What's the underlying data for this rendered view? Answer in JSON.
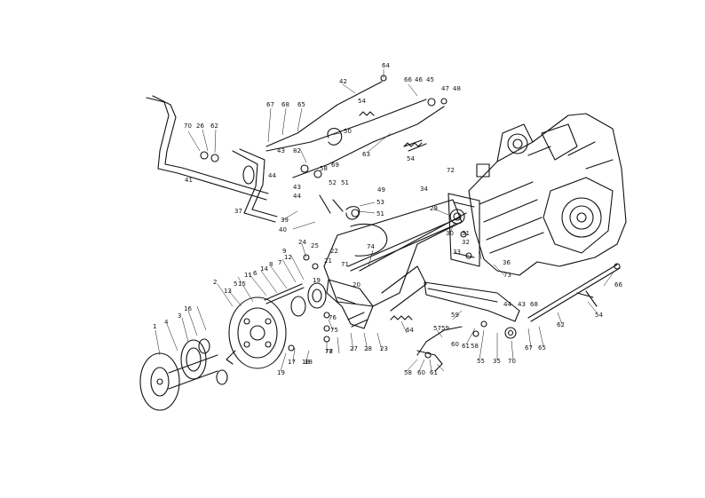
{
  "diagram": {
    "callouts": [
      {
        "id": "c1",
        "text": "64"
      },
      {
        "id": "c2",
        "text": "42"
      },
      {
        "id": "c3",
        "text": "66"
      },
      {
        "id": "c4",
        "text": "46"
      },
      {
        "id": "c5",
        "text": "45"
      },
      {
        "id": "c6",
        "text": "47"
      },
      {
        "id": "c7",
        "text": "48"
      },
      {
        "id": "c8",
        "text": "54"
      },
      {
        "id": "c9",
        "text": "67"
      },
      {
        "id": "c10",
        "text": "68"
      },
      {
        "id": "c11",
        "text": "65"
      },
      {
        "id": "c12",
        "text": "70"
      },
      {
        "id": "c13",
        "text": "26"
      },
      {
        "id": "c14",
        "text": "62"
      },
      {
        "id": "c15",
        "text": "50"
      },
      {
        "id": "c16",
        "text": "63"
      },
      {
        "id": "c17",
        "text": "54"
      },
      {
        "id": "c18",
        "text": "43"
      },
      {
        "id": "c19",
        "text": "82"
      },
      {
        "id": "c20",
        "text": "69"
      },
      {
        "id": "c21",
        "text": "41"
      },
      {
        "id": "c22",
        "text": "44"
      },
      {
        "id": "c23",
        "text": "58"
      },
      {
        "id": "c24",
        "text": "43"
      },
      {
        "id": "c25",
        "text": "44"
      },
      {
        "id": "c26",
        "text": "52"
      },
      {
        "id": "c27",
        "text": "51"
      },
      {
        "id": "c28",
        "text": "49"
      },
      {
        "id": "c29",
        "text": "53"
      },
      {
        "id": "c30",
        "text": "51"
      },
      {
        "id": "c31",
        "text": "37"
      },
      {
        "id": "c32",
        "text": "39"
      },
      {
        "id": "c33",
        "text": "40"
      },
      {
        "id": "c34",
        "text": "72"
      },
      {
        "id": "c35",
        "text": "34"
      },
      {
        "id": "c36",
        "text": "29"
      },
      {
        "id": "c37",
        "text": "30"
      },
      {
        "id": "c38",
        "text": "31"
      },
      {
        "id": "c39",
        "text": "32"
      },
      {
        "id": "c40",
        "text": "33"
      },
      {
        "id": "c41",
        "text": "36"
      },
      {
        "id": "c42",
        "text": "73"
      },
      {
        "id": "c43",
        "text": "24"
      },
      {
        "id": "c44",
        "text": "25"
      },
      {
        "id": "c45",
        "text": "22"
      },
      {
        "id": "c46",
        "text": "21"
      },
      {
        "id": "c47",
        "text": "20"
      },
      {
        "id": "c48",
        "text": "19"
      },
      {
        "id": "c49",
        "text": "9"
      },
      {
        "id": "c50",
        "text": "12"
      },
      {
        "id": "c51",
        "text": "8"
      },
      {
        "id": "c52",
        "text": "7"
      },
      {
        "id": "c53",
        "text": "14"
      },
      {
        "id": "c54",
        "text": "11"
      },
      {
        "id": "c55",
        "text": "6"
      },
      {
        "id": "c56",
        "text": "2"
      },
      {
        "id": "c57",
        "text": "13"
      },
      {
        "id": "c58",
        "text": "16"
      },
      {
        "id": "c59",
        "text": "3"
      },
      {
        "id": "c60",
        "text": "4"
      },
      {
        "id": "c61",
        "text": "1"
      },
      {
        "id": "c62",
        "text": "5"
      },
      {
        "id": "c63",
        "text": "71"
      },
      {
        "id": "c64",
        "text": "74"
      },
      {
        "id": "c65",
        "text": "75"
      },
      {
        "id": "c66",
        "text": "76"
      },
      {
        "id": "c67",
        "text": "18"
      },
      {
        "id": "c68",
        "text": "77"
      },
      {
        "id": "c69",
        "text": "27"
      },
      {
        "id": "c70",
        "text": "28"
      },
      {
        "id": "c71",
        "text": "23"
      },
      {
        "id": "c72",
        "text": "17"
      },
      {
        "id": "c73",
        "text": "15"
      },
      {
        "id": "c74",
        "text": "18"
      },
      {
        "id": "c75",
        "text": "19"
      },
      {
        "id": "c76",
        "text": "64"
      },
      {
        "id": "c77",
        "text": "59"
      },
      {
        "id": "c78",
        "text": "57"
      },
      {
        "id": "c79",
        "text": "58"
      },
      {
        "id": "c80",
        "text": "60"
      },
      {
        "id": "c81",
        "text": "61"
      },
      {
        "id": "c82",
        "text": "59"
      },
      {
        "id": "c83",
        "text": "58"
      },
      {
        "id": "c84",
        "text": "60"
      },
      {
        "id": "c85",
        "text": "61"
      },
      {
        "id": "c86",
        "text": "55"
      },
      {
        "id": "c87",
        "text": "35"
      },
      {
        "id": "c88",
        "text": "70"
      },
      {
        "id": "c89",
        "text": "67"
      },
      {
        "id": "c90",
        "text": "44"
      },
      {
        "id": "c91",
        "text": "43"
      },
      {
        "id": "c92",
        "text": "68"
      },
      {
        "id": "c93",
        "text": "62"
      },
      {
        "id": "c94",
        "text": "65"
      },
      {
        "id": "c95",
        "text": "66"
      },
      {
        "id": "c96",
        "text": "54"
      },
      {
        "id": "c97",
        "text": "78"
      }
    ]
  }
}
